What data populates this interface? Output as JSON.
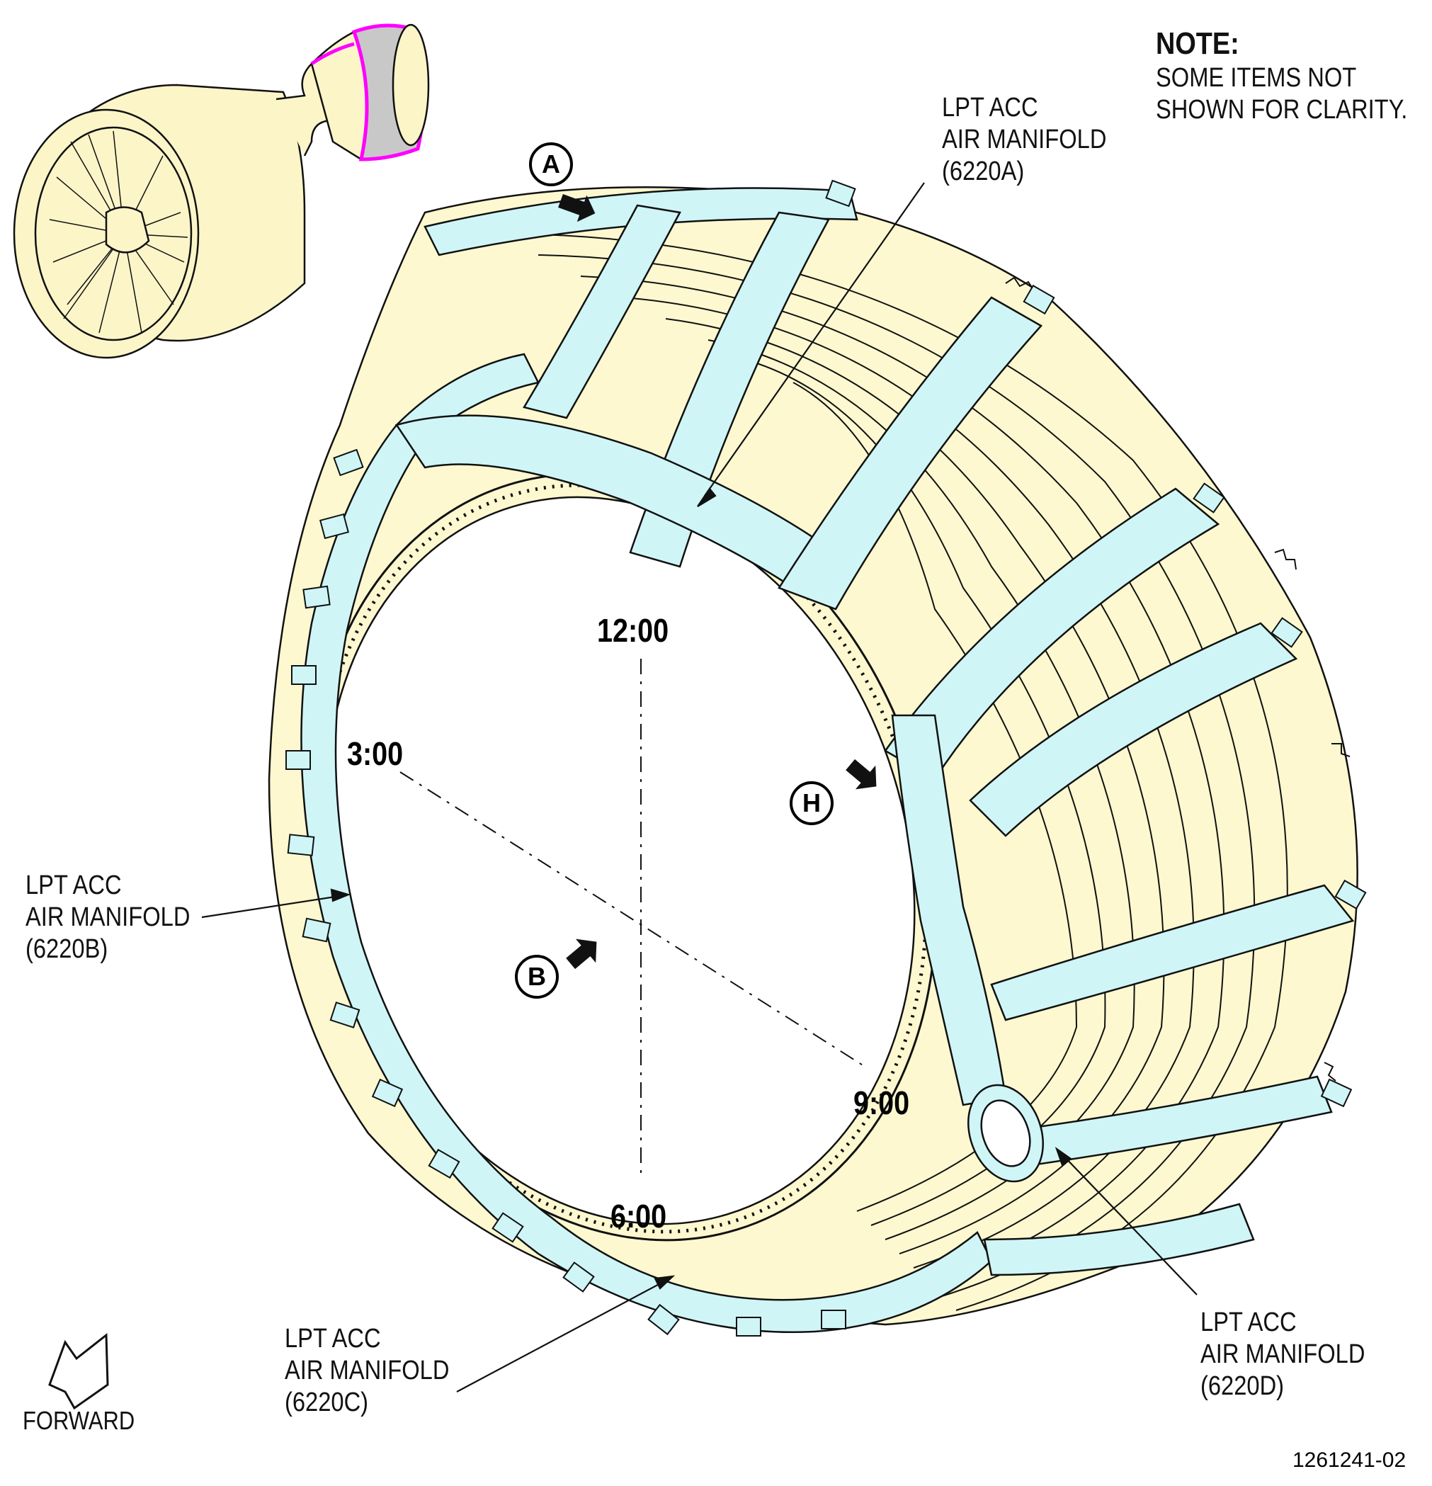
{
  "note": {
    "heading": "NOTE:",
    "lines": [
      "SOME ITEMS NOT",
      "SHOWN FOR CLARITY."
    ]
  },
  "callouts": {
    "a": {
      "lines": [
        "LPT ACC",
        "AIR MANIFOLD",
        "(6220A)"
      ]
    },
    "b": {
      "lines": [
        "LPT ACC",
        "AIR MANIFOLD",
        "(6220B)"
      ]
    },
    "c": {
      "lines": [
        "LPT ACC",
        "AIR MANIFOLD",
        "(6220C)"
      ]
    },
    "d": {
      "lines": [
        "LPT ACC",
        "AIR MANIFOLD",
        "(6220D)"
      ]
    }
  },
  "clock_positions": {
    "twelve": "12:00",
    "three": "3:00",
    "six": "6:00",
    "nine": "9:00"
  },
  "view_letters": {
    "a": "A",
    "b": "B",
    "h": "H"
  },
  "forward_label": "FORWARD",
  "figure_number": "1261241-02",
  "colors": {
    "manifold": "#cff5f7",
    "case": "#fdf8cf",
    "engine": "#fcf5c8",
    "highlight_ring": "#ff00ff",
    "highlight_fill": "#c8c8c8",
    "outline": "#111111"
  }
}
